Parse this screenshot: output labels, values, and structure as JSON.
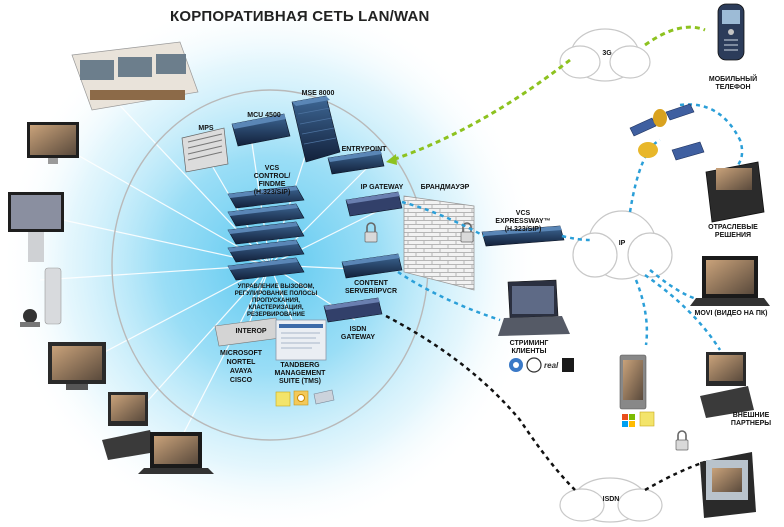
{
  "title": "КОРПОРАТИВНАЯ СЕТЬ LAN/WAN",
  "central": {
    "mps": "MPS",
    "mcu": "MCU 4500",
    "mse": "MSE 8000",
    "entrypoint": "ENTRYPOINT",
    "vcs": "VCS CONTROL/ FINDME (H.323/SIP)",
    "ip_gateway": "IP GATEWAY",
    "firewall": "БРАНДМАУЭР",
    "content_server": "CONTENT SERVER/IPVCR",
    "isdn_gateway": "ISDN GATEWAY",
    "interop": "INTEROP",
    "call_control": "УПРАВЛЕНИЕ ВЫЗОВОМ, РЕГУЛИРОВАНИЕ ПОЛОСЫ ПРОПУСКАНИЯ, КЛАСТЕРИЗАЦИЯ, РЕЗЕРВИРОВАНИЕ",
    "vendors": [
      "MICROSOFT",
      "NORTEL",
      "AVAYA",
      "CISCO"
    ],
    "tms": "TANDBERG MANAGEMENT SUITE (TMS)"
  },
  "external": {
    "cloud_3g": "3G",
    "cloud_ip": "IP",
    "cloud_isdn": "ISDN",
    "vcs_expressway": "VCS EXPRESSWAY™ (H.323/SIP)",
    "mobile": "МОБИЛЬНЫЙ ТЕЛЕФОН",
    "industry": "ОТРАСЛЕВЫЕ РЕШЕНИЯ",
    "movi": "MOVI (ВИДЕО НА ПК)",
    "partners": "ВНЕШНИЕ ПАРТНЕРЫ",
    "streaming": "СТРИМИНГ КЛИЕНТЫ"
  },
  "colors": {
    "glow": "#5cc8f0",
    "green_link": "#8dc21f",
    "blue_link": "#2b9fd8",
    "black_link": "#111111",
    "server": "#1c2f4a",
    "server_highlight": "#3e6896"
  }
}
